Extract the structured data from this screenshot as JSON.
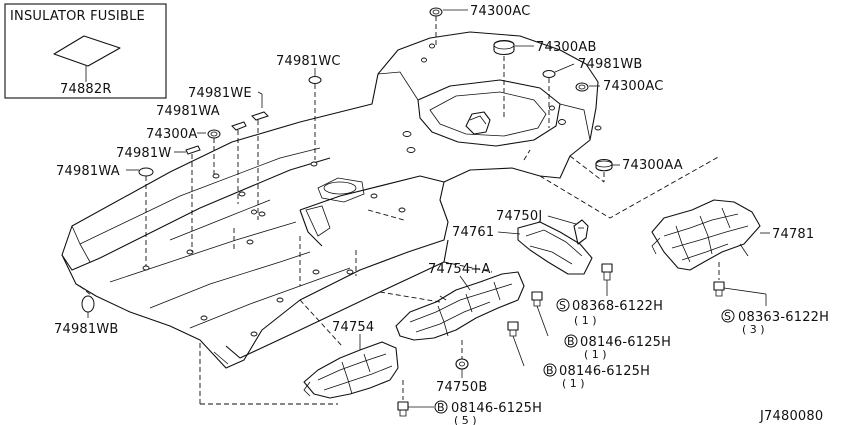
{
  "inset": {
    "title": "INSULATOR FUSIBLE",
    "part": "74882R"
  },
  "labels": {
    "p74300AC_top": "74300AC",
    "p74300AB": "74300AB",
    "p74981WC": "74981WC",
    "p74981WB_top": "74981WB",
    "p74300AC_mid": "74300AC",
    "p74981WE": "74981WE",
    "p74981WA_1": "74981WA",
    "p74300A": "74300A",
    "p74981W": "74981W",
    "p74981WA_2": "74981WA",
    "p74300AA": "74300AA",
    "p74750J": "74750J",
    "p74761": "74761",
    "p74781": "74781",
    "p74754A": "74754+A",
    "p74981WB_bot": "74981WB",
    "p74754": "74754",
    "p74750B": "74750B",
    "diagram_code": "J7480080"
  },
  "fasteners": [
    {
      "prefix": "S",
      "part": "08368-6122H",
      "qty": "( 1 )"
    },
    {
      "prefix": "B",
      "part": "08146-6125H",
      "qty": "( 1 )"
    },
    {
      "prefix": "B",
      "part": "08146-6125H",
      "qty": "( 1 )"
    },
    {
      "prefix": "B",
      "part": "08146-6125H",
      "qty": "( 5 )"
    },
    {
      "prefix": "S",
      "part": "08363-6122H",
      "qty": "( 3 )"
    }
  ]
}
